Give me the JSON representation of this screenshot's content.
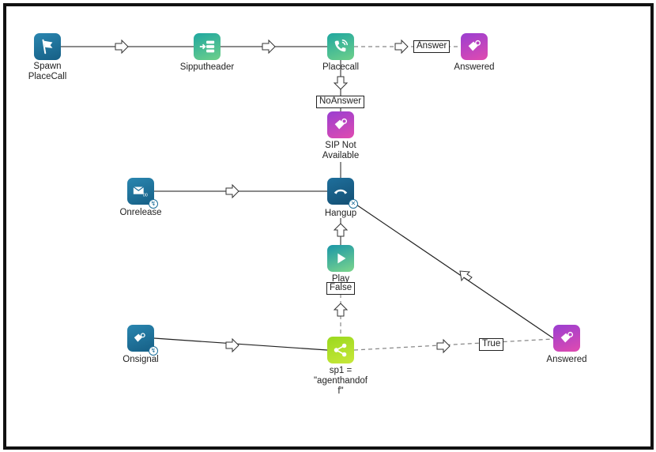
{
  "diagram": {
    "nodes": [
      {
        "id": "spawn",
        "label": "Spawn PlaceCall",
        "icon": "flag-icon"
      },
      {
        "id": "sipputheader",
        "label": "Sipputheader",
        "icon": "header-list-icon"
      },
      {
        "id": "placecall",
        "label": "Placecall",
        "icon": "phone-ringing-icon"
      },
      {
        "id": "answered_top",
        "label": "Answered",
        "icon": "tag-icon"
      },
      {
        "id": "sip_not_available",
        "label": "SIP Not Available",
        "icon": "tag-icon"
      },
      {
        "id": "onrelease",
        "label": "Onrelease",
        "icon": "mail-event-icon"
      },
      {
        "id": "hangup",
        "label": "Hangup",
        "icon": "hangup-phone-icon"
      },
      {
        "id": "play",
        "label": "Play",
        "icon": "play-icon"
      },
      {
        "id": "onsignal",
        "label": "Onsignal",
        "icon": "signal-event-icon"
      },
      {
        "id": "sp1",
        "label": "sp1 = \"agenthandof f\"",
        "icon": "share-node-icon"
      },
      {
        "id": "answered_right",
        "label": "Answered",
        "icon": "tag-icon"
      }
    ],
    "edge_labels": {
      "answer": "Answer",
      "noanswer": "NoAnswer",
      "false": "False",
      "true": "True"
    },
    "labels": {
      "spawn_line1": "Spawn",
      "spawn_line2": "PlaceCall",
      "sipputheader": "Sipputheader",
      "placecall": "Placecall",
      "answered_top": "Answered",
      "sip_line1": "SIP Not",
      "sip_line2": "Available",
      "onrelease": "Onrelease",
      "hangup": "Hangup",
      "play": "Play",
      "onsignal": "Onsignal",
      "sp1_line1": "sp1 =",
      "sp1_line2": "\"agenthandof",
      "sp1_line3": "f\"",
      "answered_right": "Answered"
    },
    "colors": {
      "blue": "#1d6f9a",
      "teal": "#2fb597",
      "purple": "#c045c4",
      "green": "#a8dc24",
      "line": "#444444"
    }
  }
}
